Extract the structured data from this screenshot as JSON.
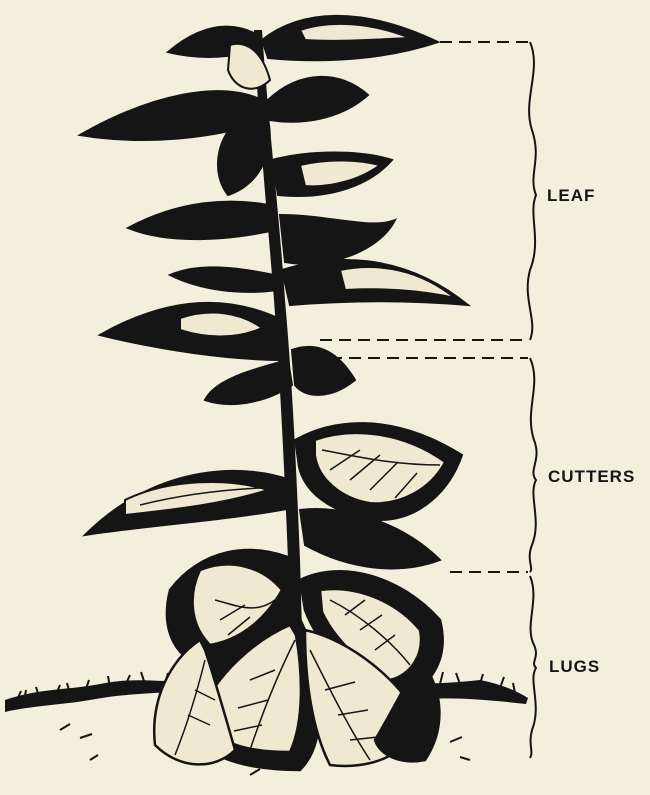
{
  "figure": {
    "zones": [
      {
        "label": "LEAF"
      },
      {
        "label": "CUTTERS"
      },
      {
        "label": "LUGS"
      }
    ]
  },
  "colors": {
    "paper": "#f3efdd",
    "ink": "#151515",
    "leaf_light": "#efe9d2"
  }
}
